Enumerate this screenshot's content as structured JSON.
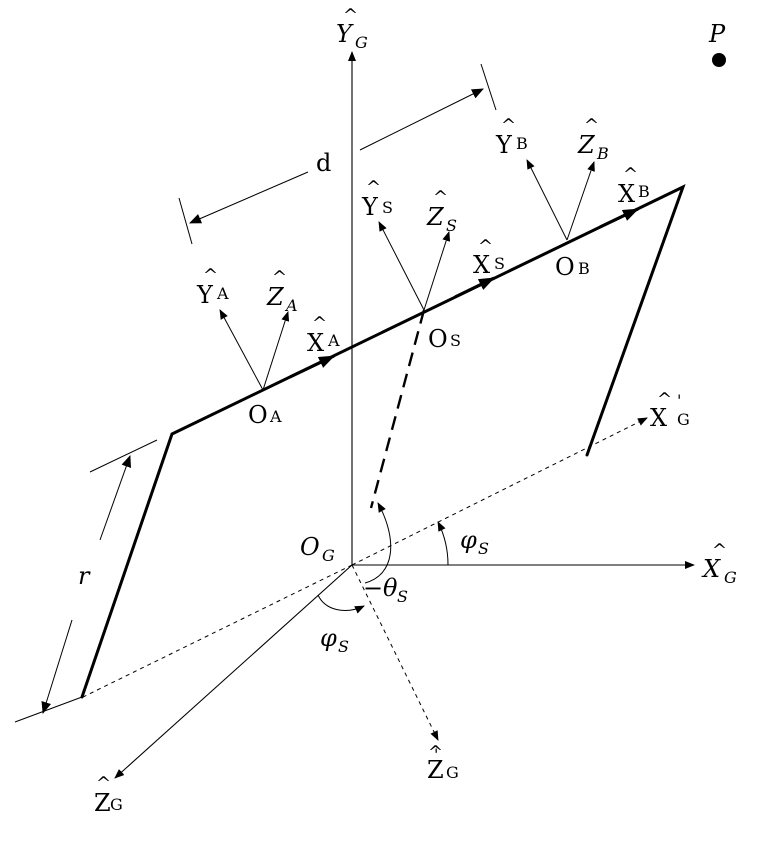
{
  "labels": {
    "Y_G": {
      "base": "Y",
      "sub": "G",
      "hat": "^",
      "italic": true
    },
    "X_G": {
      "base": "X",
      "sub": "G",
      "hat": "^",
      "italic": true
    },
    "Z_G": {
      "base": "Z",
      "sub": "G",
      "hat": "^",
      "italic": false
    },
    "X_G_prime": {
      "base": "X",
      "prime": "'",
      "sub": "G",
      "hat": "^",
      "italic": false
    },
    "Z_G_prime": {
      "base": "Z",
      "prime": "'",
      "sub": "G",
      "hat": "^",
      "italic": false
    },
    "O_G": {
      "base": "O",
      "sub": "G",
      "italic": true
    },
    "O_A": {
      "base": "O",
      "sub": "A",
      "italic": false
    },
    "O_S": {
      "base": "O",
      "sub": "S",
      "italic": false
    },
    "O_B": {
      "base": "O",
      "sub": "B",
      "italic": false
    },
    "Y_A": {
      "base": "Y",
      "sub": "A",
      "hat": "^",
      "italic": false
    },
    "Z_A": {
      "base": "Z",
      "sub": "A",
      "hat": "^",
      "italic": true
    },
    "X_A": {
      "base": "X",
      "sub": "A",
      "hat": "^",
      "italic": false
    },
    "Y_S": {
      "base": "Y",
      "sub": "S",
      "hat": "^",
      "italic": false
    },
    "Z_S": {
      "base": "Z",
      "sub": "S",
      "hat": "^",
      "italic": true
    },
    "X_S": {
      "base": "X",
      "sub": "S",
      "hat": "^",
      "italic": false
    },
    "Y_B": {
      "base": "Y",
      "sub": "B",
      "hat": "^",
      "italic": false
    },
    "Z_B": {
      "base": "Z",
      "sub": "B",
      "hat": "^",
      "italic": true
    },
    "X_B": {
      "base": "X",
      "sub": "B",
      "hat": "^",
      "italic": false
    },
    "P": {
      "base": "P",
      "italic": true
    },
    "d": {
      "base": "d",
      "italic": false
    },
    "r": {
      "base": "r",
      "italic": true
    },
    "phi_S_upper": {
      "base": "φ",
      "sub": "S",
      "italic": true
    },
    "phi_S_lower": {
      "base": "φ",
      "sub": "S",
      "italic": true
    },
    "theta_S": {
      "prefix": "−",
      "base": "θ",
      "sub": "S",
      "italic": true
    }
  }
}
